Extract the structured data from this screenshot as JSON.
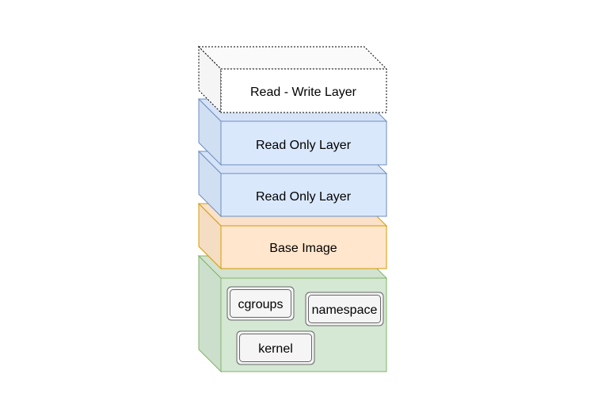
{
  "diagram": {
    "layers": [
      {
        "id": "rw",
        "label": "Read - Write Layer",
        "fill": "#ffffff",
        "stroke": "#000000",
        "dashed": true
      },
      {
        "id": "ro1",
        "label": "Read Only Layer",
        "fill": "#dae8fc",
        "stroke": "#6c8ebf",
        "dashed": false
      },
      {
        "id": "ro2",
        "label": "Read Only Layer",
        "fill": "#dae8fc",
        "stroke": "#6c8ebf",
        "dashed": false
      },
      {
        "id": "base",
        "label": "Base Image",
        "fill": "#ffe6cc",
        "stroke": "#d79b00",
        "dashed": false
      }
    ],
    "host": {
      "fill": "#d5e8d4",
      "stroke": "#82b366",
      "components": [
        {
          "id": "cgroups",
          "label": "cgroups"
        },
        {
          "id": "namespace",
          "label": "namespace"
        },
        {
          "id": "kernel",
          "label": "kernel"
        }
      ],
      "component_fill": "#f5f5f5",
      "component_stroke": "#666666"
    }
  }
}
